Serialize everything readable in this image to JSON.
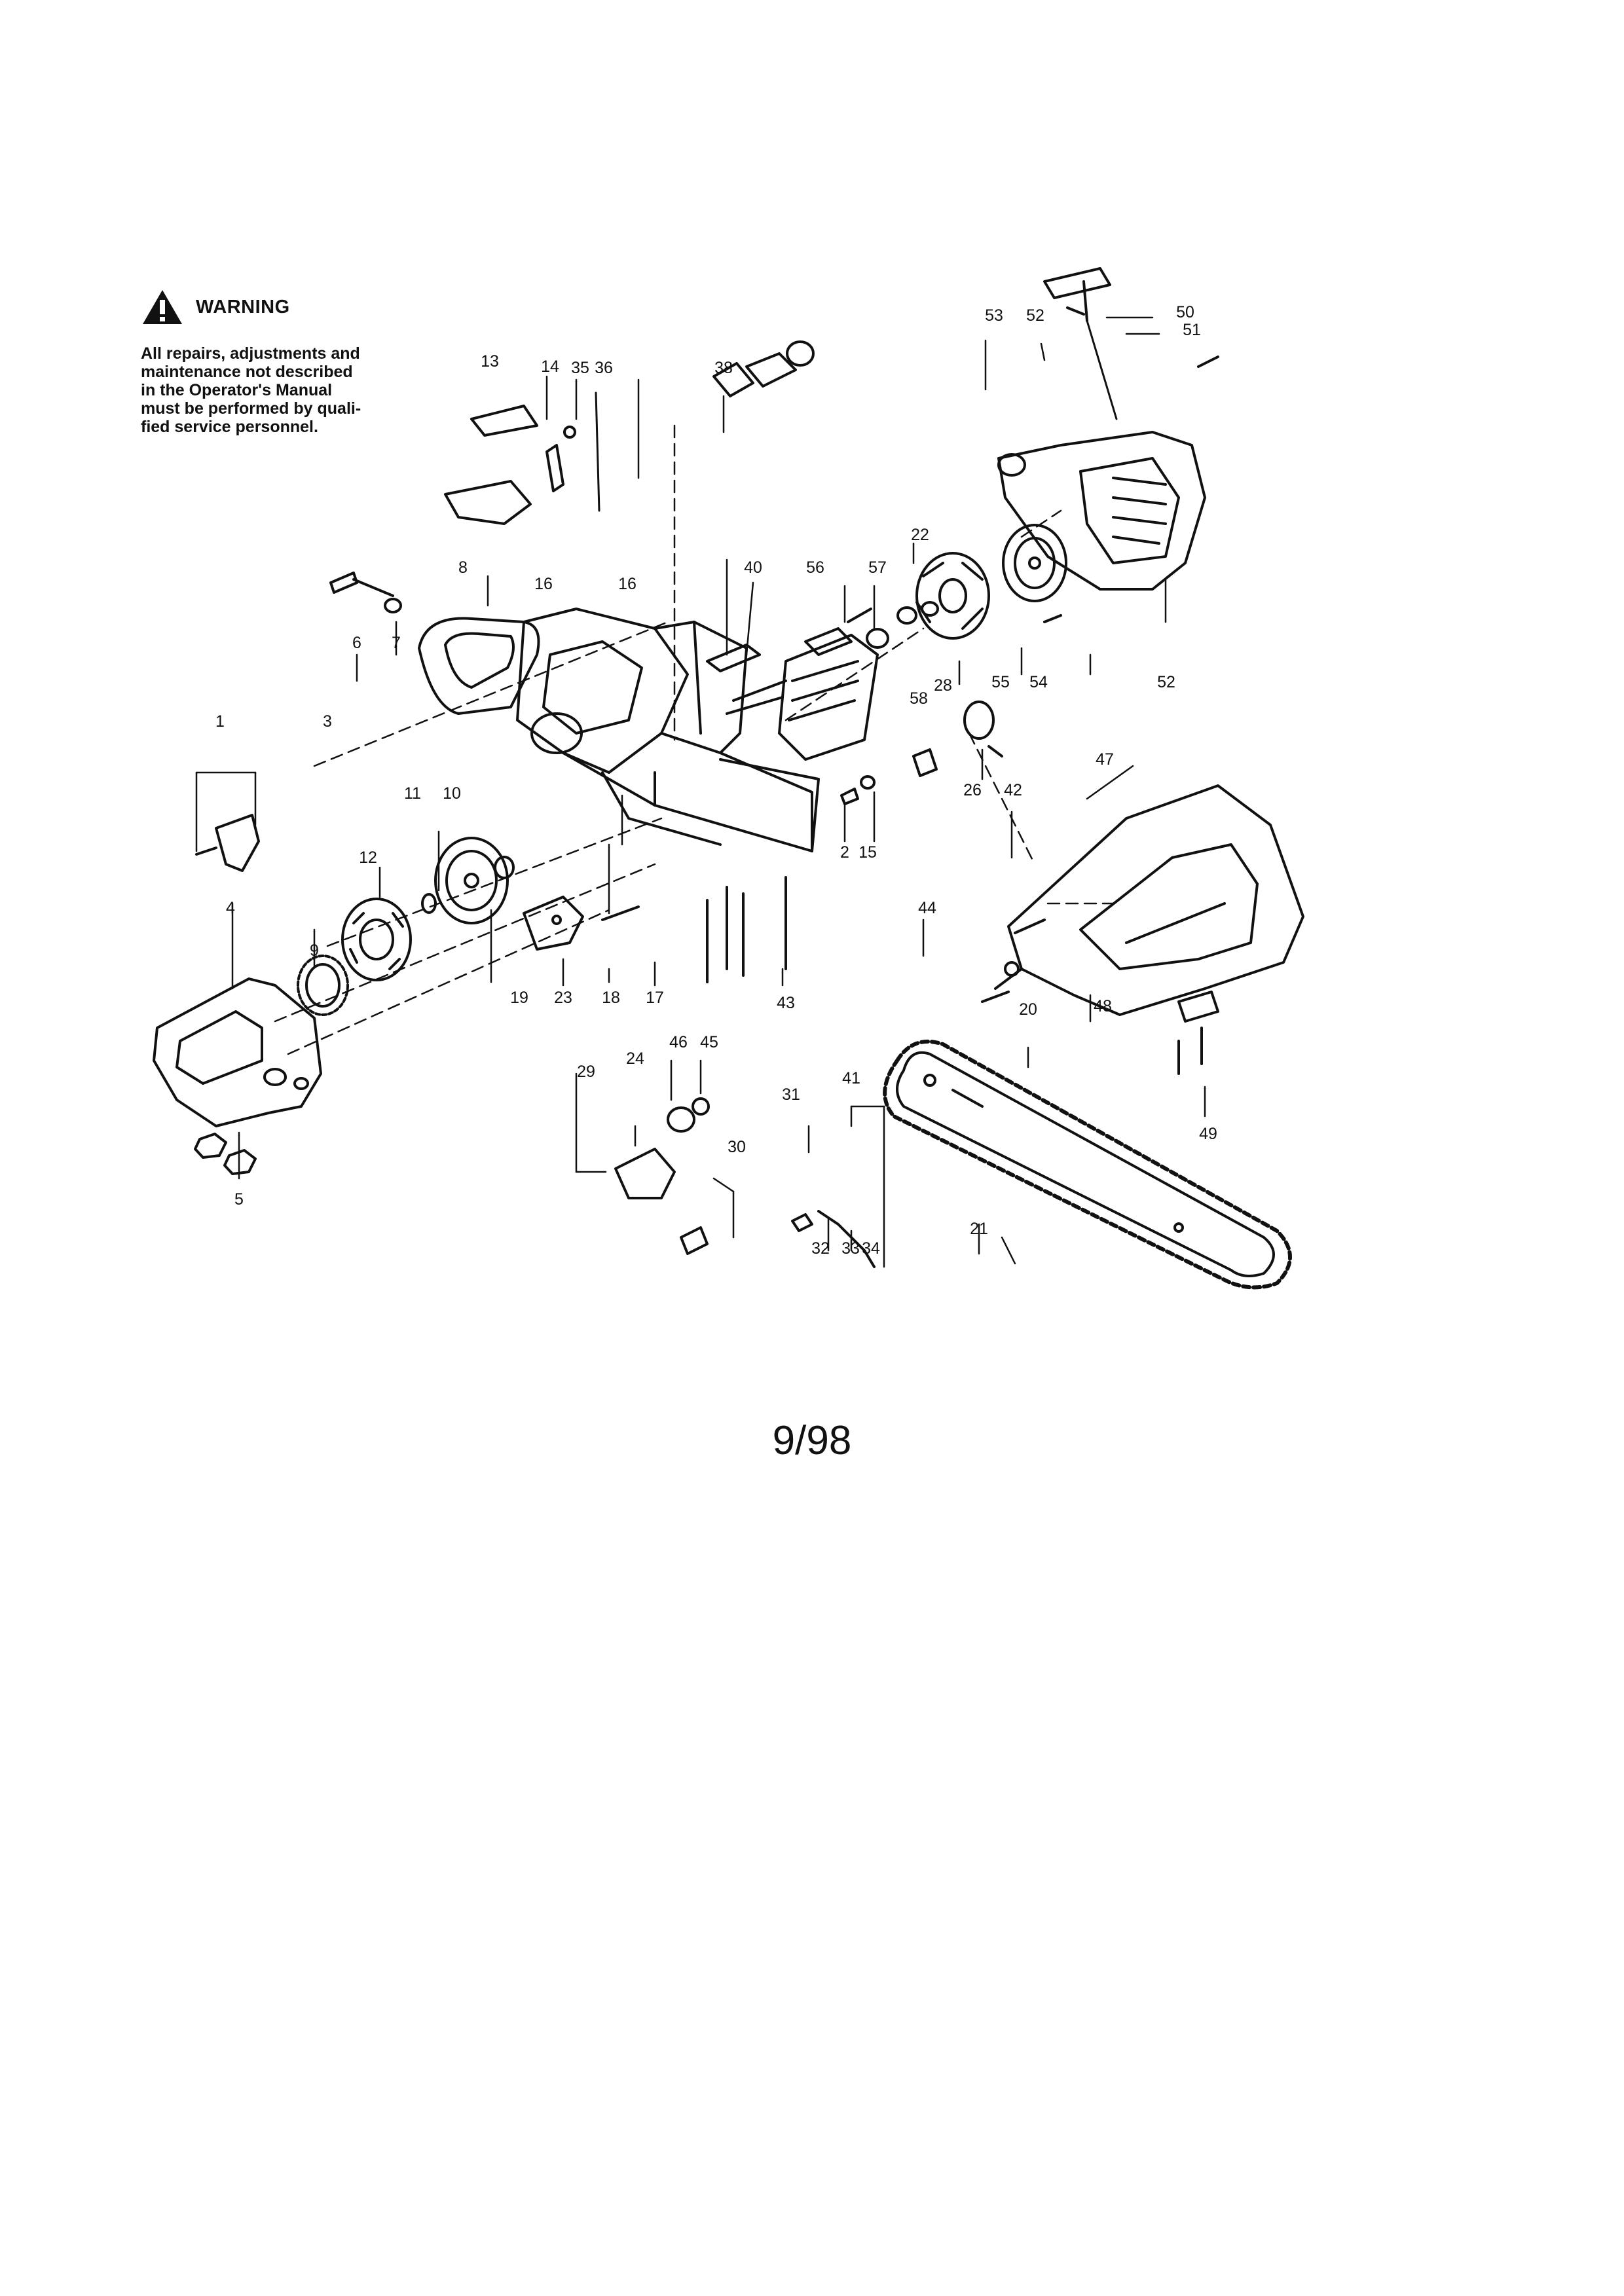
{
  "warning": {
    "title": "WARNING",
    "text": "All repairs, adjustments and\nmaintenance not described\nin the Operator's Manual\nmust be performed by quali-\nfied service personnel."
  },
  "part_numbers": [
    "1",
    "2",
    "3",
    "4",
    "5",
    "6",
    "7",
    "8",
    "9",
    "10",
    "11",
    "12",
    "13",
    "14",
    "15",
    "16",
    "16",
    "17",
    "18",
    "19",
    "20",
    "21",
    "22",
    "23",
    "24",
    "26",
    "28",
    "29",
    "30",
    "31",
    "32",
    "33",
    "34",
    "35",
    "36",
    "38",
    "40",
    "41",
    "42",
    "43",
    "44",
    "45",
    "46",
    "47",
    "48",
    "49",
    "50",
    "51",
    "52",
    "52",
    "53",
    "54",
    "55",
    "56",
    "57",
    "58"
  ],
  "footer": {
    "date": "9/98"
  }
}
